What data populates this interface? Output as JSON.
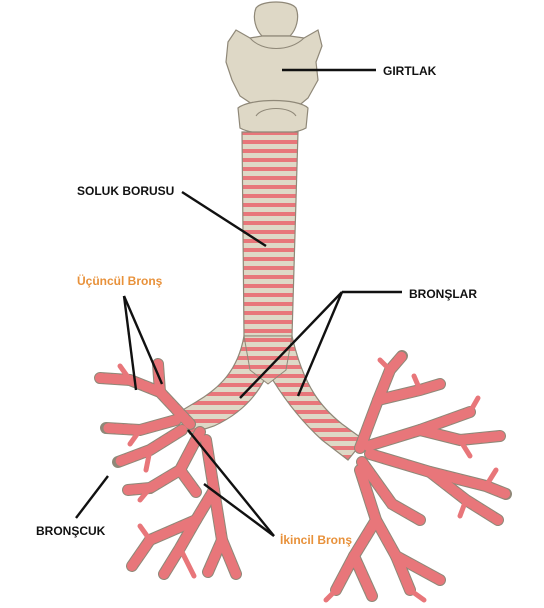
{
  "labels": {
    "larynx": "GIRTLAK",
    "trachea": "SOLUK BORUSU",
    "tertiary_bronchus": "Üçüncül Bronş",
    "bronchi": "BRONŞLAR",
    "bronchiole": "BRONŞCUK",
    "secondary_bronchus": "İkincil Bronş"
  },
  "colors": {
    "label_default": "#111111",
    "label_accent": "#e8913a",
    "cartilage": "#ded8c6",
    "cartilage_outline": "#8f8878",
    "tissue": "#e8767a",
    "leader_line": "#111111"
  }
}
